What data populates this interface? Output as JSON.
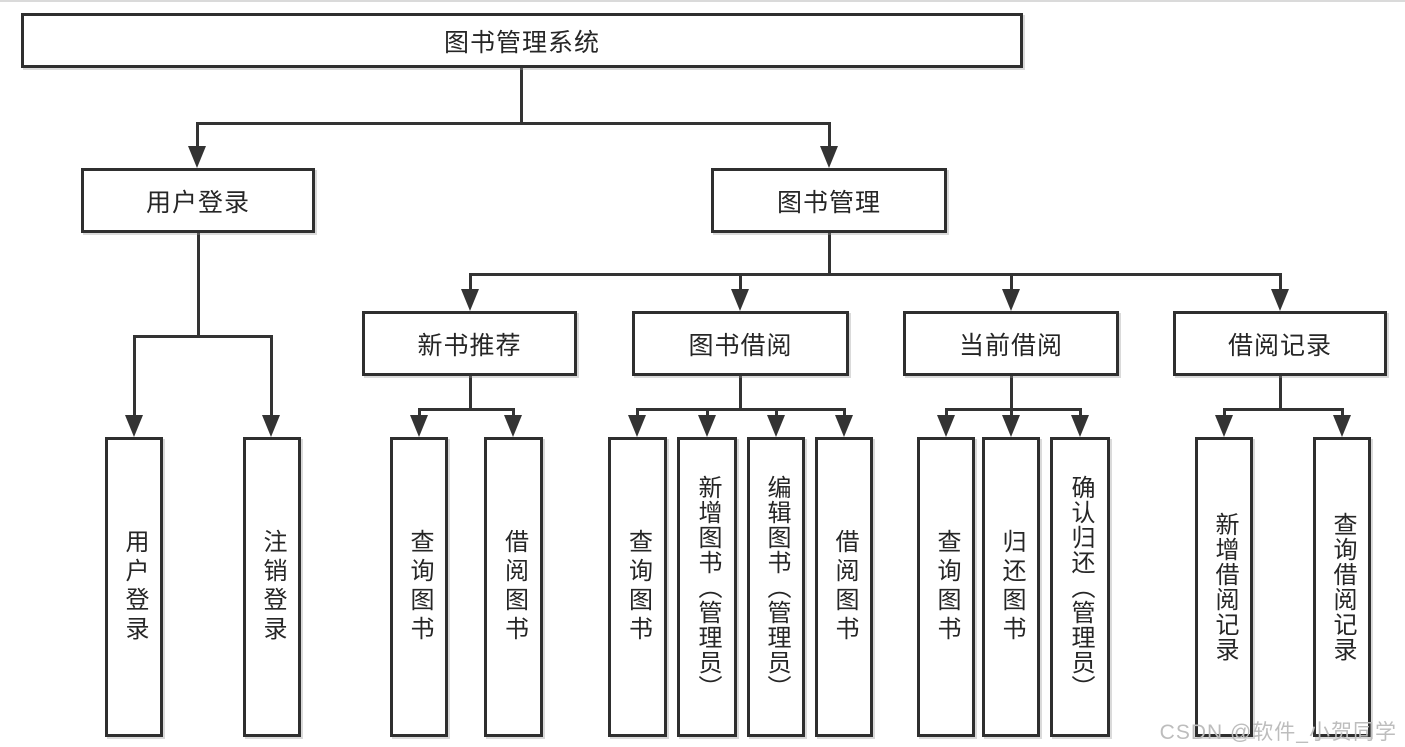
{
  "diagram": {
    "root": "图书管理系统",
    "branches": {
      "user_login": {
        "label": "用户登录",
        "children": [
          "用户登录",
          "注销登录"
        ]
      },
      "book_management": {
        "label": "图书管理",
        "children": {
          "new_book_recommend": {
            "label": "新书推荐",
            "children": [
              "查询图书",
              "借阅图书"
            ]
          },
          "book_borrow": {
            "label": "图书借阅",
            "children": [
              "查询图书",
              "新增图书（管理员）",
              "编辑图书（管理员）",
              "借阅图书"
            ]
          },
          "current_borrow": {
            "label": "当前借阅",
            "children": [
              "查询图书",
              "归还图书",
              "确认归还（管理员）"
            ]
          },
          "borrow_records": {
            "label": "借阅记录",
            "children": [
              "新增借阅记录",
              "查询借阅记录"
            ]
          }
        }
      }
    }
  },
  "watermark": "CSDN @软件_小贺同学",
  "colors": {
    "line_color": "#333333",
    "border_color": "#2f2f2f",
    "text_color": "#262626",
    "watermark_color": "#bdbdbd",
    "bg_color": "#ffffff"
  }
}
